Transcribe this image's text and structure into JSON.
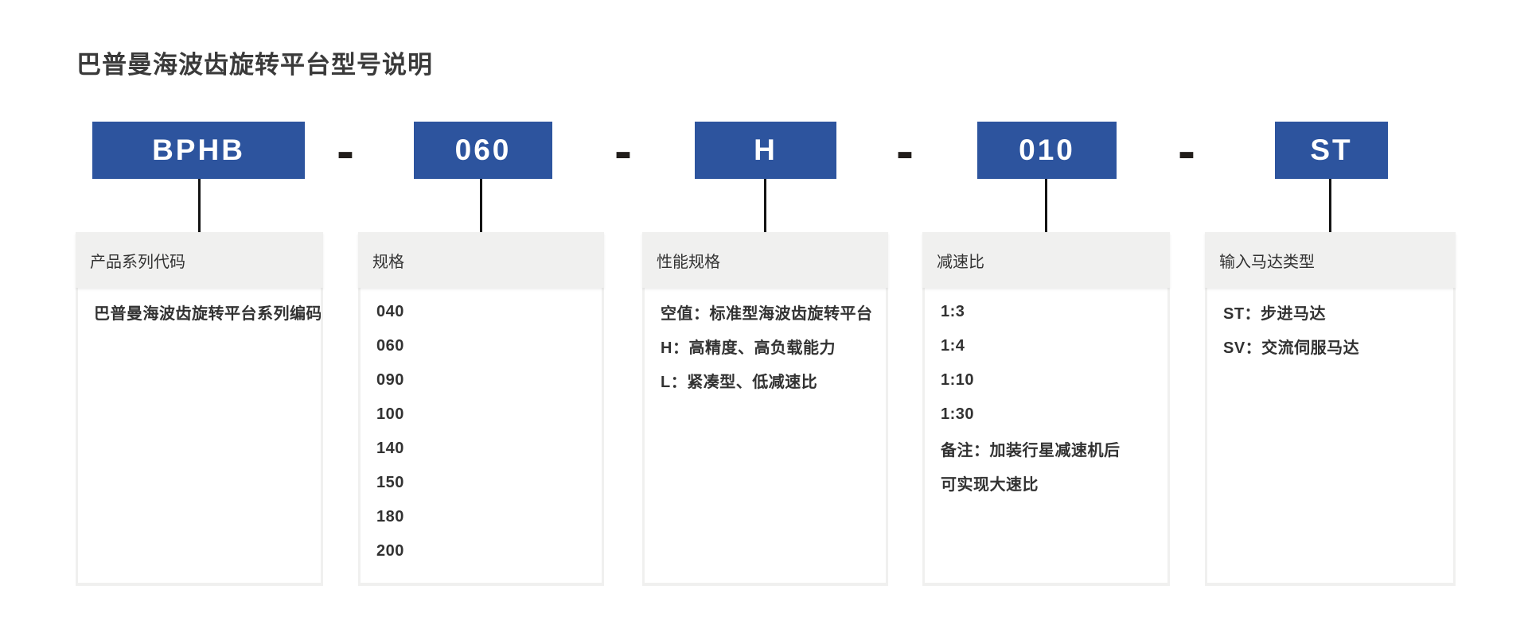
{
  "page": {
    "title": "巴普曼海波齿旋转平台型号说明"
  },
  "model_code": {
    "segments": [
      "BPHB",
      "060",
      "H",
      "010",
      "ST"
    ],
    "separator": "-"
  },
  "columns": [
    {
      "header": "产品系列代码",
      "lines": [
        "巴普曼海波齿旋转平台系列编码"
      ]
    },
    {
      "header": "规格",
      "lines": [
        "040",
        "060",
        "090",
        "100",
        "140",
        "150",
        "180",
        "200"
      ]
    },
    {
      "header": "性能规格",
      "lines": [
        "空值：标准型海波齿旋转平台",
        "H：高精度、高负载能力",
        "L：紧凑型、低减速比"
      ]
    },
    {
      "header": "减速比",
      "lines": [
        "1:3",
        "1:4",
        "1:10",
        "1:30",
        "备注：加装行星减速机后",
        "可实现大速比"
      ]
    },
    {
      "header": "输入马达类型",
      "lines": [
        "ST：步进马达",
        "SV：交流伺服马达"
      ]
    }
  ],
  "colors": {
    "accent_blue": "#2d549e",
    "panel_gray": "#f0f0ef",
    "text_dark": "#333333",
    "connector_black": "#141414",
    "background": "#ffffff"
  }
}
